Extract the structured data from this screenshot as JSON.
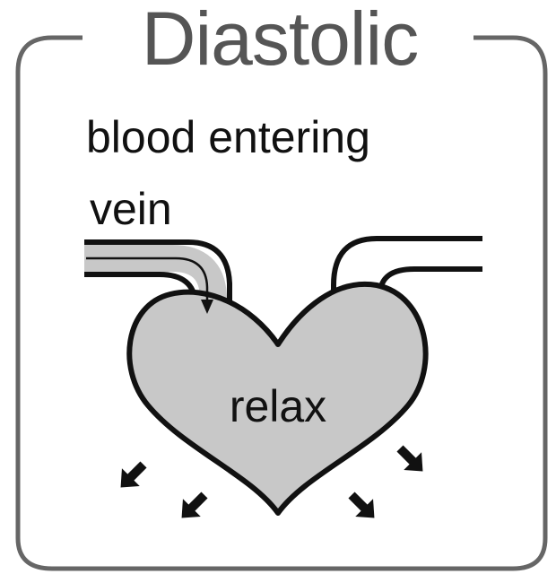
{
  "diagram": {
    "title": "Diastolic",
    "subtitle": "blood entering",
    "vessel_label": "vein",
    "center_label": "relax",
    "colors": {
      "frame": "#666666",
      "heart_fill": "#c8c8c8",
      "outline": "#111111",
      "title": "#555555",
      "text": "#111111"
    }
  }
}
